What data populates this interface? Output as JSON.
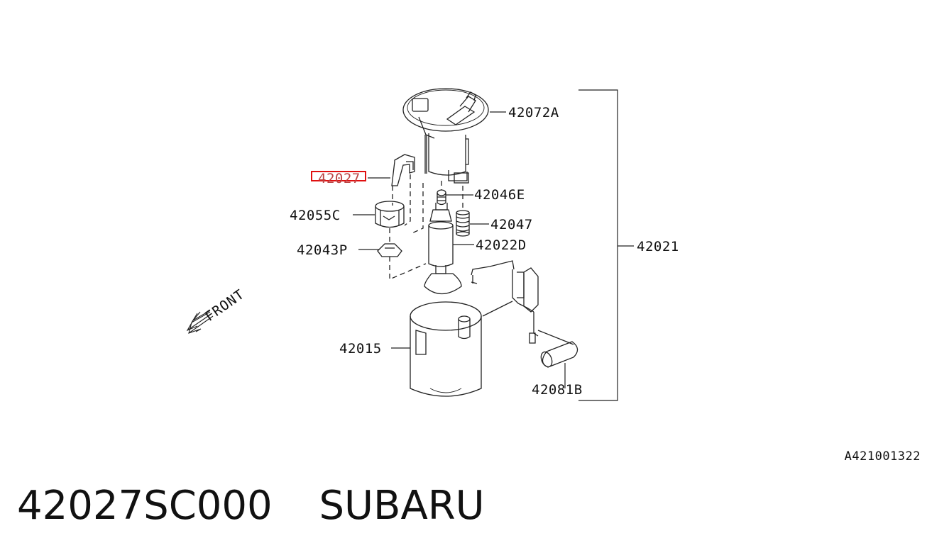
{
  "callouts": {
    "c42072A": "42072A",
    "c42027": "42027",
    "c42046E": "42046E",
    "c42055C": "42055C",
    "c42047": "42047",
    "c42022D": "42022D",
    "c42021": "42021",
    "c42043P": "42043P",
    "c42015": "42015",
    "c42081B": "42081B"
  },
  "front_label": "FRONT",
  "diagram_id": "A421001322",
  "part_number": "42027SC000",
  "brand": "SUBARU",
  "highlight_color": "#e01010"
}
